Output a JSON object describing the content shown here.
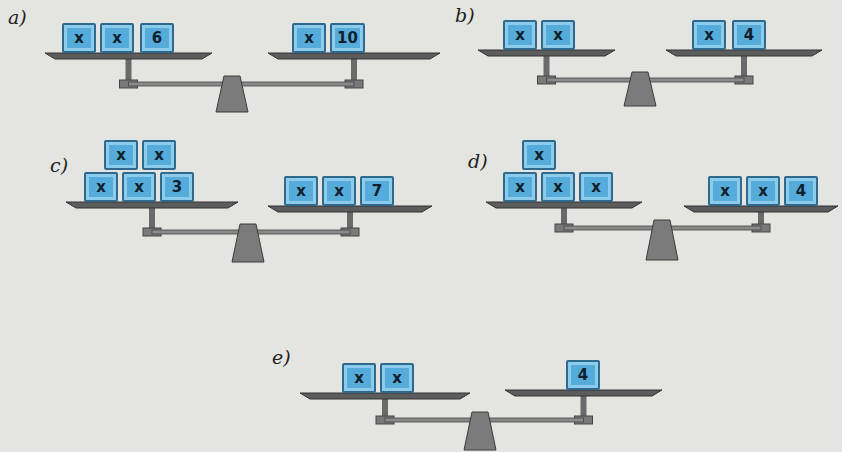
{
  "diagram": {
    "nodes": [
      {
        "text": [
          "x"
        ]
      },
      {
        "text": [
          "x"
        ]
      },
      {
        "text": [
          "6"
        ]
      },
      {
        "text": [
          "x"
        ]
      },
      {
        "text": [
          "10"
        ]
      },
      {
        "text": [
          "x"
        ]
      },
      {
        "text": [
          "x"
        ]
      },
      {
        "text": [
          "x"
        ]
      },
      {
        "text": [
          "4"
        ]
      },
      {
        "text": [
          "x"
        ]
      },
      {
        "text": [
          "x"
        ]
      },
      {
        "text": [
          "x"
        ]
      },
      {
        "text": [
          "x"
        ]
      },
      {
        "text": [
          "3"
        ]
      },
      {
        "text": [
          "x"
        ]
      },
      {
        "text": [
          "x"
        ]
      },
      {
        "text": [
          "7"
        ]
      },
      {
        "text": [
          "x"
        ]
      },
      {
        "text": [
          "x"
        ]
      },
      {
        "text": [
          "x"
        ]
      },
      {
        "text": [
          "x"
        ]
      },
      {
        "text": [
          "x"
        ]
      },
      {
        "text": [
          "x"
        ]
      },
      {
        "text": [
          "4"
        ]
      },
      {
        "text": [
          "x"
        ]
      },
      {
        "text": [
          "x"
        ]
      },
      {
        "text": [
          "4"
        ]
      }
    ],
    "labels": [
      "a)",
      "b)",
      "c)",
      "d)",
      "e)"
    ]
  }
}
